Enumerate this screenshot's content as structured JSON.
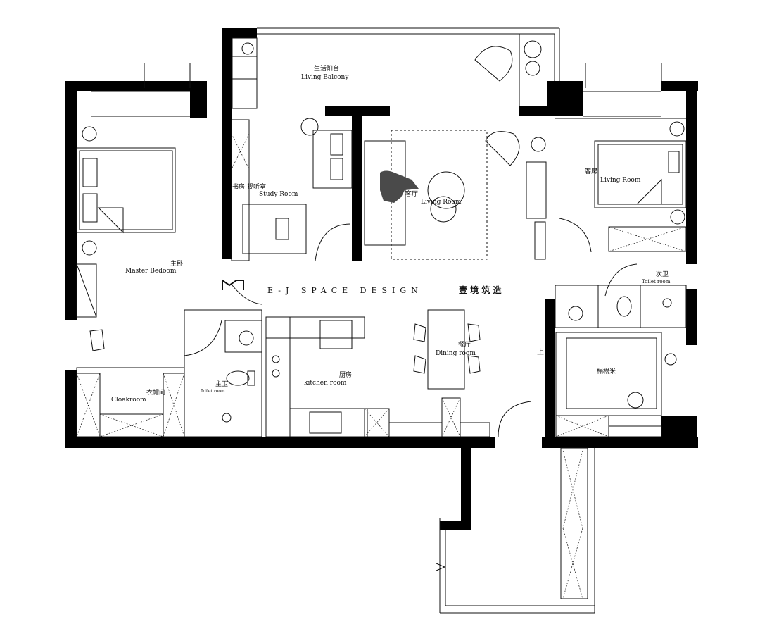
{
  "brand": {
    "name": "E-J SPACE DESIGN",
    "name_zh": "壹 境 筑 造"
  },
  "rooms": {
    "living_balcony": {
      "zh": "生活阳台",
      "en": "Living Balcony"
    },
    "study": {
      "zh": "书房|视听室",
      "en": "Study Room"
    },
    "living": {
      "zh": "客厅",
      "en": "Living Room"
    },
    "guest": {
      "zh": "客房",
      "en": "Living Room"
    },
    "master": {
      "zh": "主卧",
      "en": "Master Bedoom"
    },
    "second_bath": {
      "zh": "次卫",
      "en": "Toilet room"
    },
    "dining": {
      "zh": "餐厅",
      "en": "Dining room"
    },
    "kitchen": {
      "zh": "厨房",
      "en": "kitchen room"
    },
    "cloakroom": {
      "zh": "衣帽间",
      "en": "Cloakroom"
    },
    "master_bath": {
      "zh": "主卫",
      "en": "Toilet room"
    },
    "tatami": {
      "zh": "榻榻米"
    }
  },
  "annotations": {
    "up": "上"
  },
  "colors": {
    "wall": "#000000",
    "line": "#111111",
    "figure": "#4a4a4a",
    "background": "#ffffff"
  }
}
